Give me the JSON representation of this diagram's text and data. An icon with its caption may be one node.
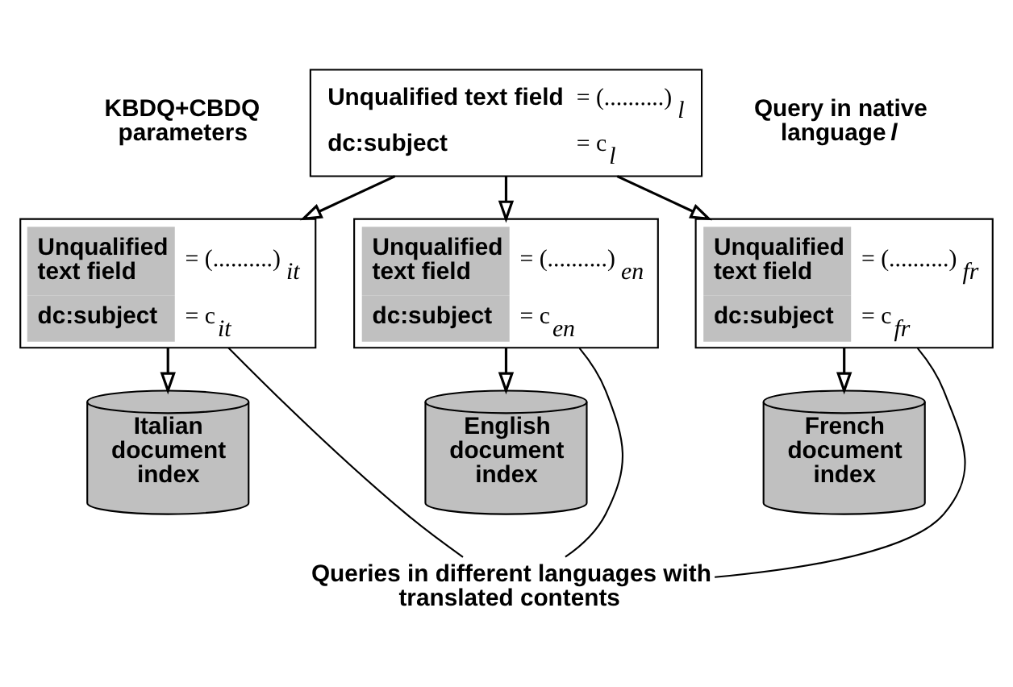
{
  "diagram": {
    "nodes": [
      {
        "text": [
          "Unqualified text field",
          "= (..........)$_{l}$",
          "dc:subject",
          "= c$_{l}$"
        ]
      },
      {
        "text": [
          "Unqualified text field",
          "= (..........)$_{it}$",
          "dc:subject",
          "= c$_{it}$"
        ]
      },
      {
        "text": [
          "Unqualified text field",
          "= (..........)$_{en}$",
          "dc:subject",
          "= c$_{en}$"
        ]
      },
      {
        "text": [
          "Unqualified text field",
          "= (..........)$_{fr}$",
          "dc:subject",
          "= c$_{fr}$"
        ]
      },
      {
        "text": [
          "Italian document index"
        ]
      },
      {
        "text": [
          "English document index"
        ]
      },
      {
        "text": [
          "French document index"
        ]
      },
      {
        "text": [
          "Queries in different languages with translated contents"
        ]
      }
    ],
    "edges": [
      {
        "from": 0,
        "to": 1,
        "arrow": "to"
      },
      {
        "from": 0,
        "to": 2,
        "arrow": "to"
      },
      {
        "from": 0,
        "to": 3,
        "arrow": "to"
      },
      {
        "from": 1,
        "to": 4,
        "arrow": "to"
      },
      {
        "from": 2,
        "to": 5,
        "arrow": "to"
      },
      {
        "from": 3,
        "to": 6,
        "arrow": "to"
      },
      {
        "from": 7,
        "to": 1,
        "arrow": "none"
      },
      {
        "from": 7,
        "to": 2,
        "arrow": "none"
      },
      {
        "from": 7,
        "to": 3,
        "arrow": "none"
      }
    ],
    "labels": [
      "KBDQ+CBDQ parameters",
      "Query in native language *l*"
    ]
  }
}
